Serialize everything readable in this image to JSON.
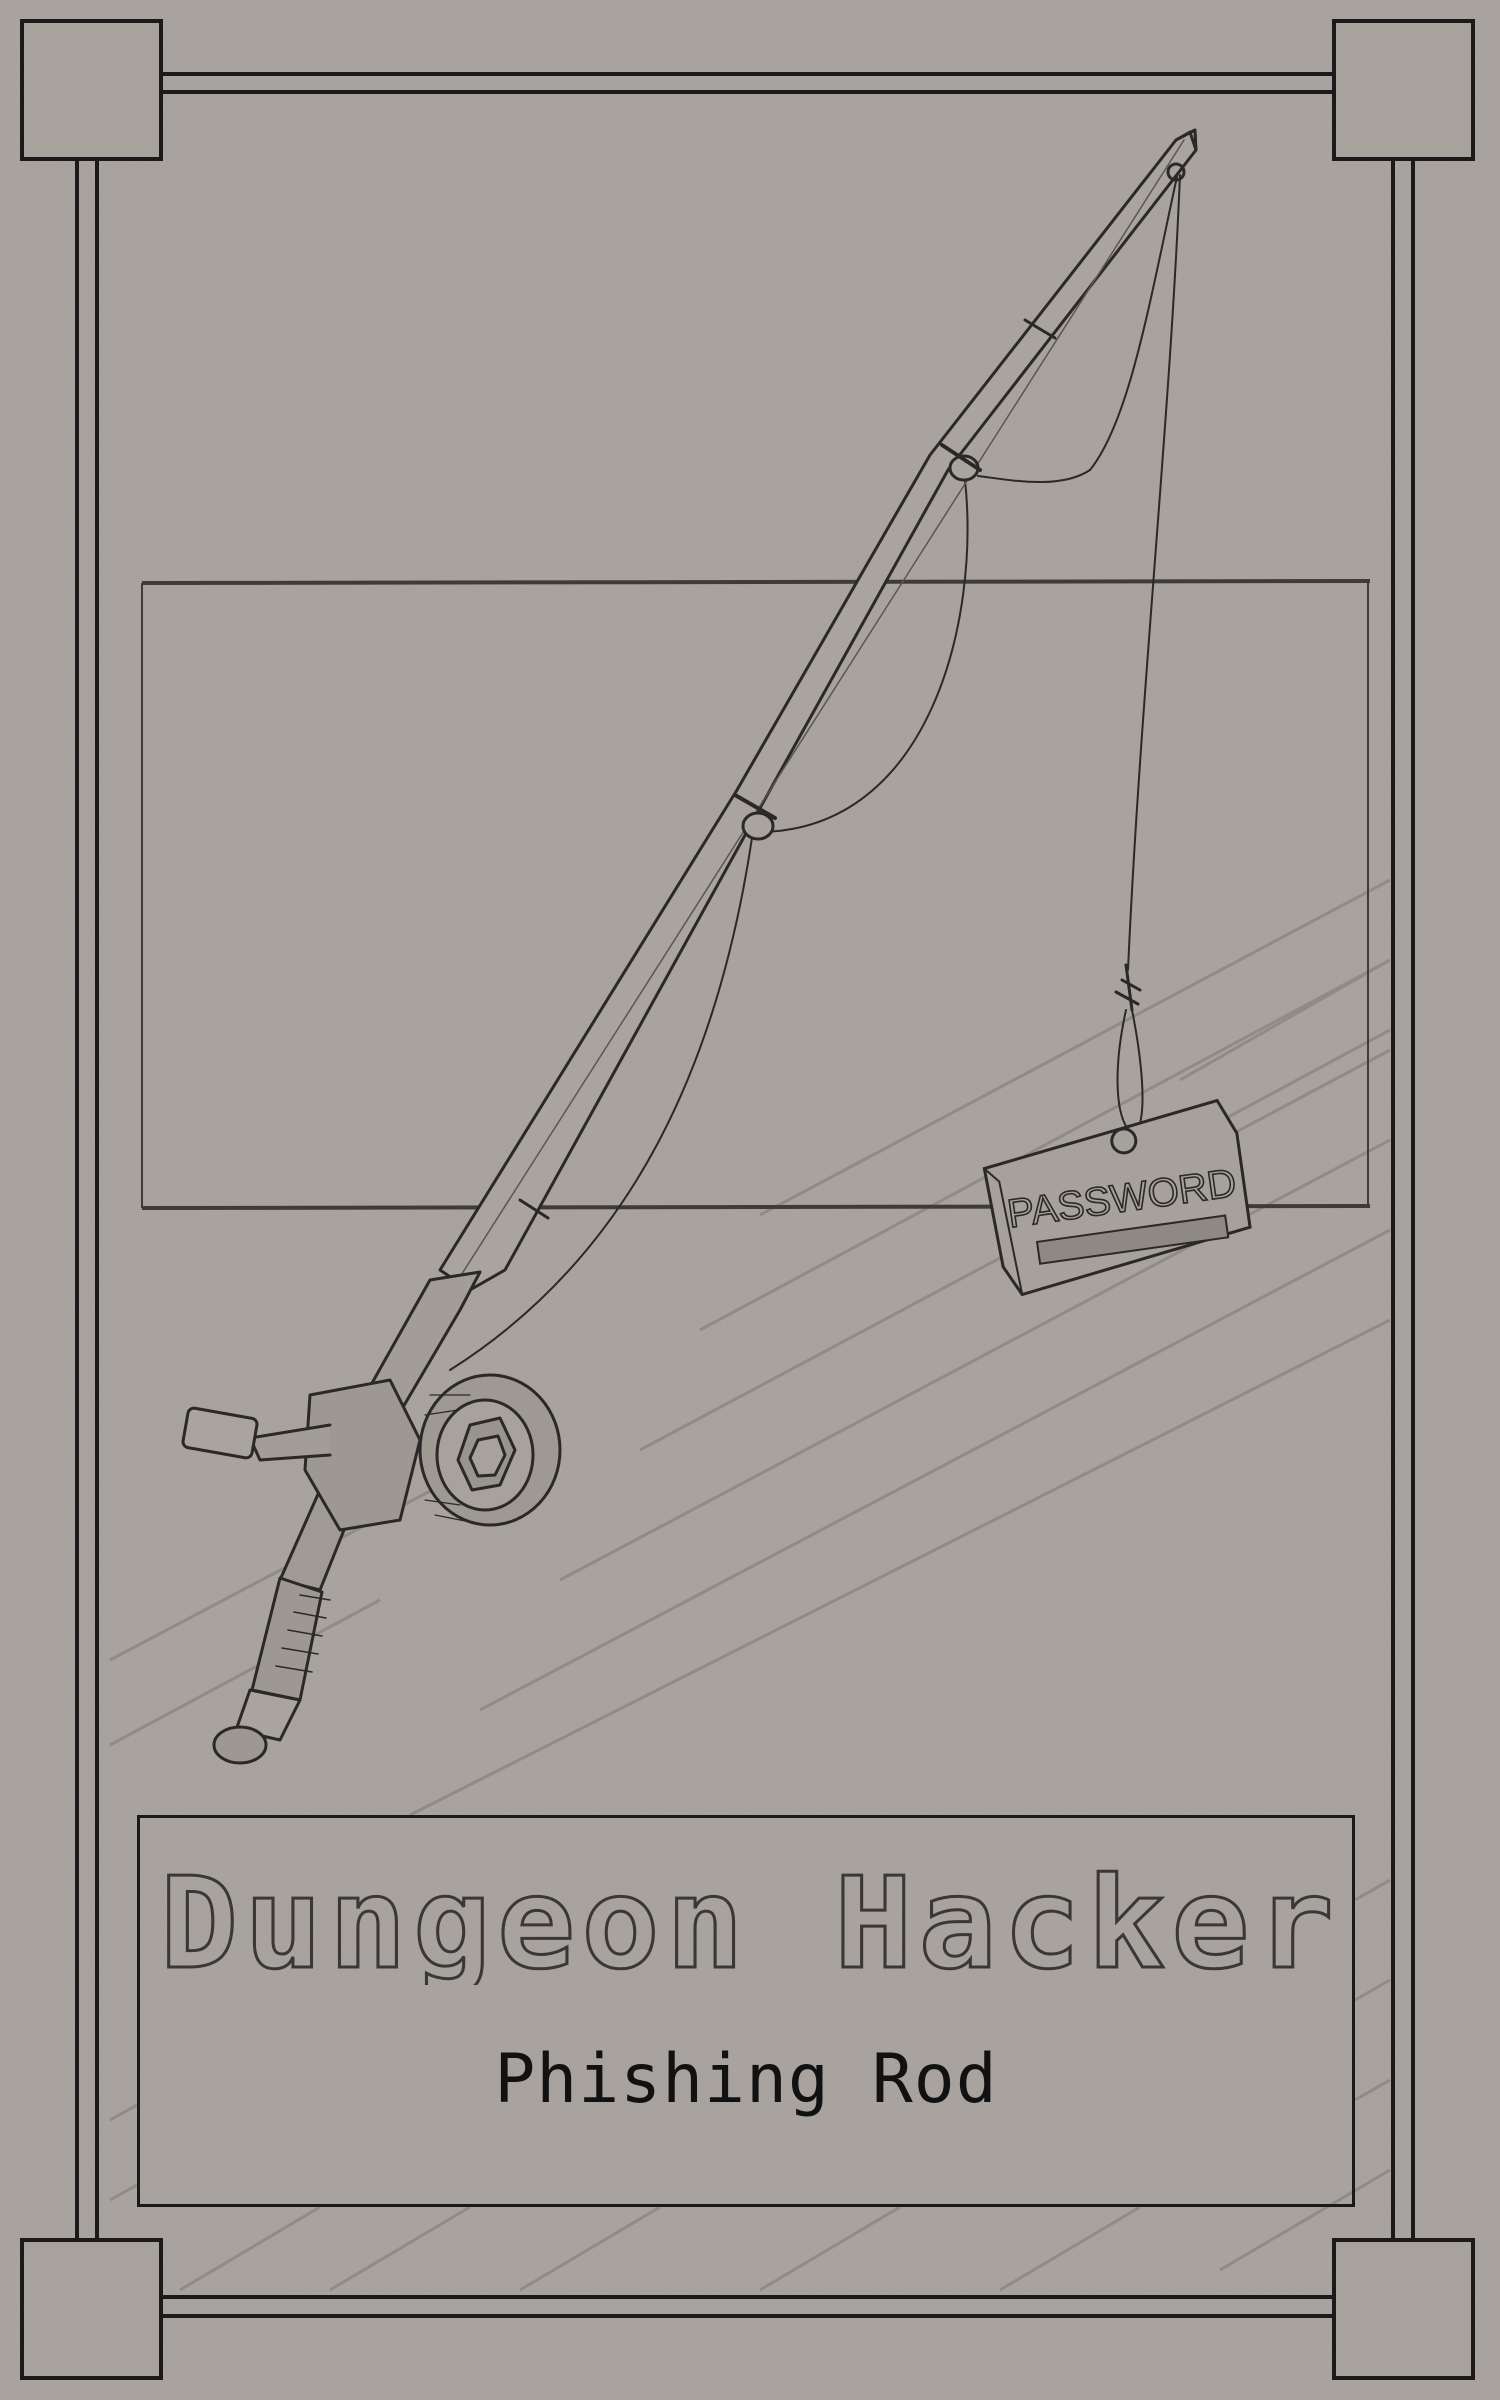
{
  "card": {
    "game_title": "Dungeon Hacker",
    "card_name": "Phishing Rod",
    "tag_text": "PASSWORD"
  },
  "colors": {
    "paper": "#a8a29d",
    "ink": "#1a1a1a",
    "sketch": "#3a3837"
  },
  "icons": {
    "illustration": "fishing-rod-with-password-lure"
  }
}
